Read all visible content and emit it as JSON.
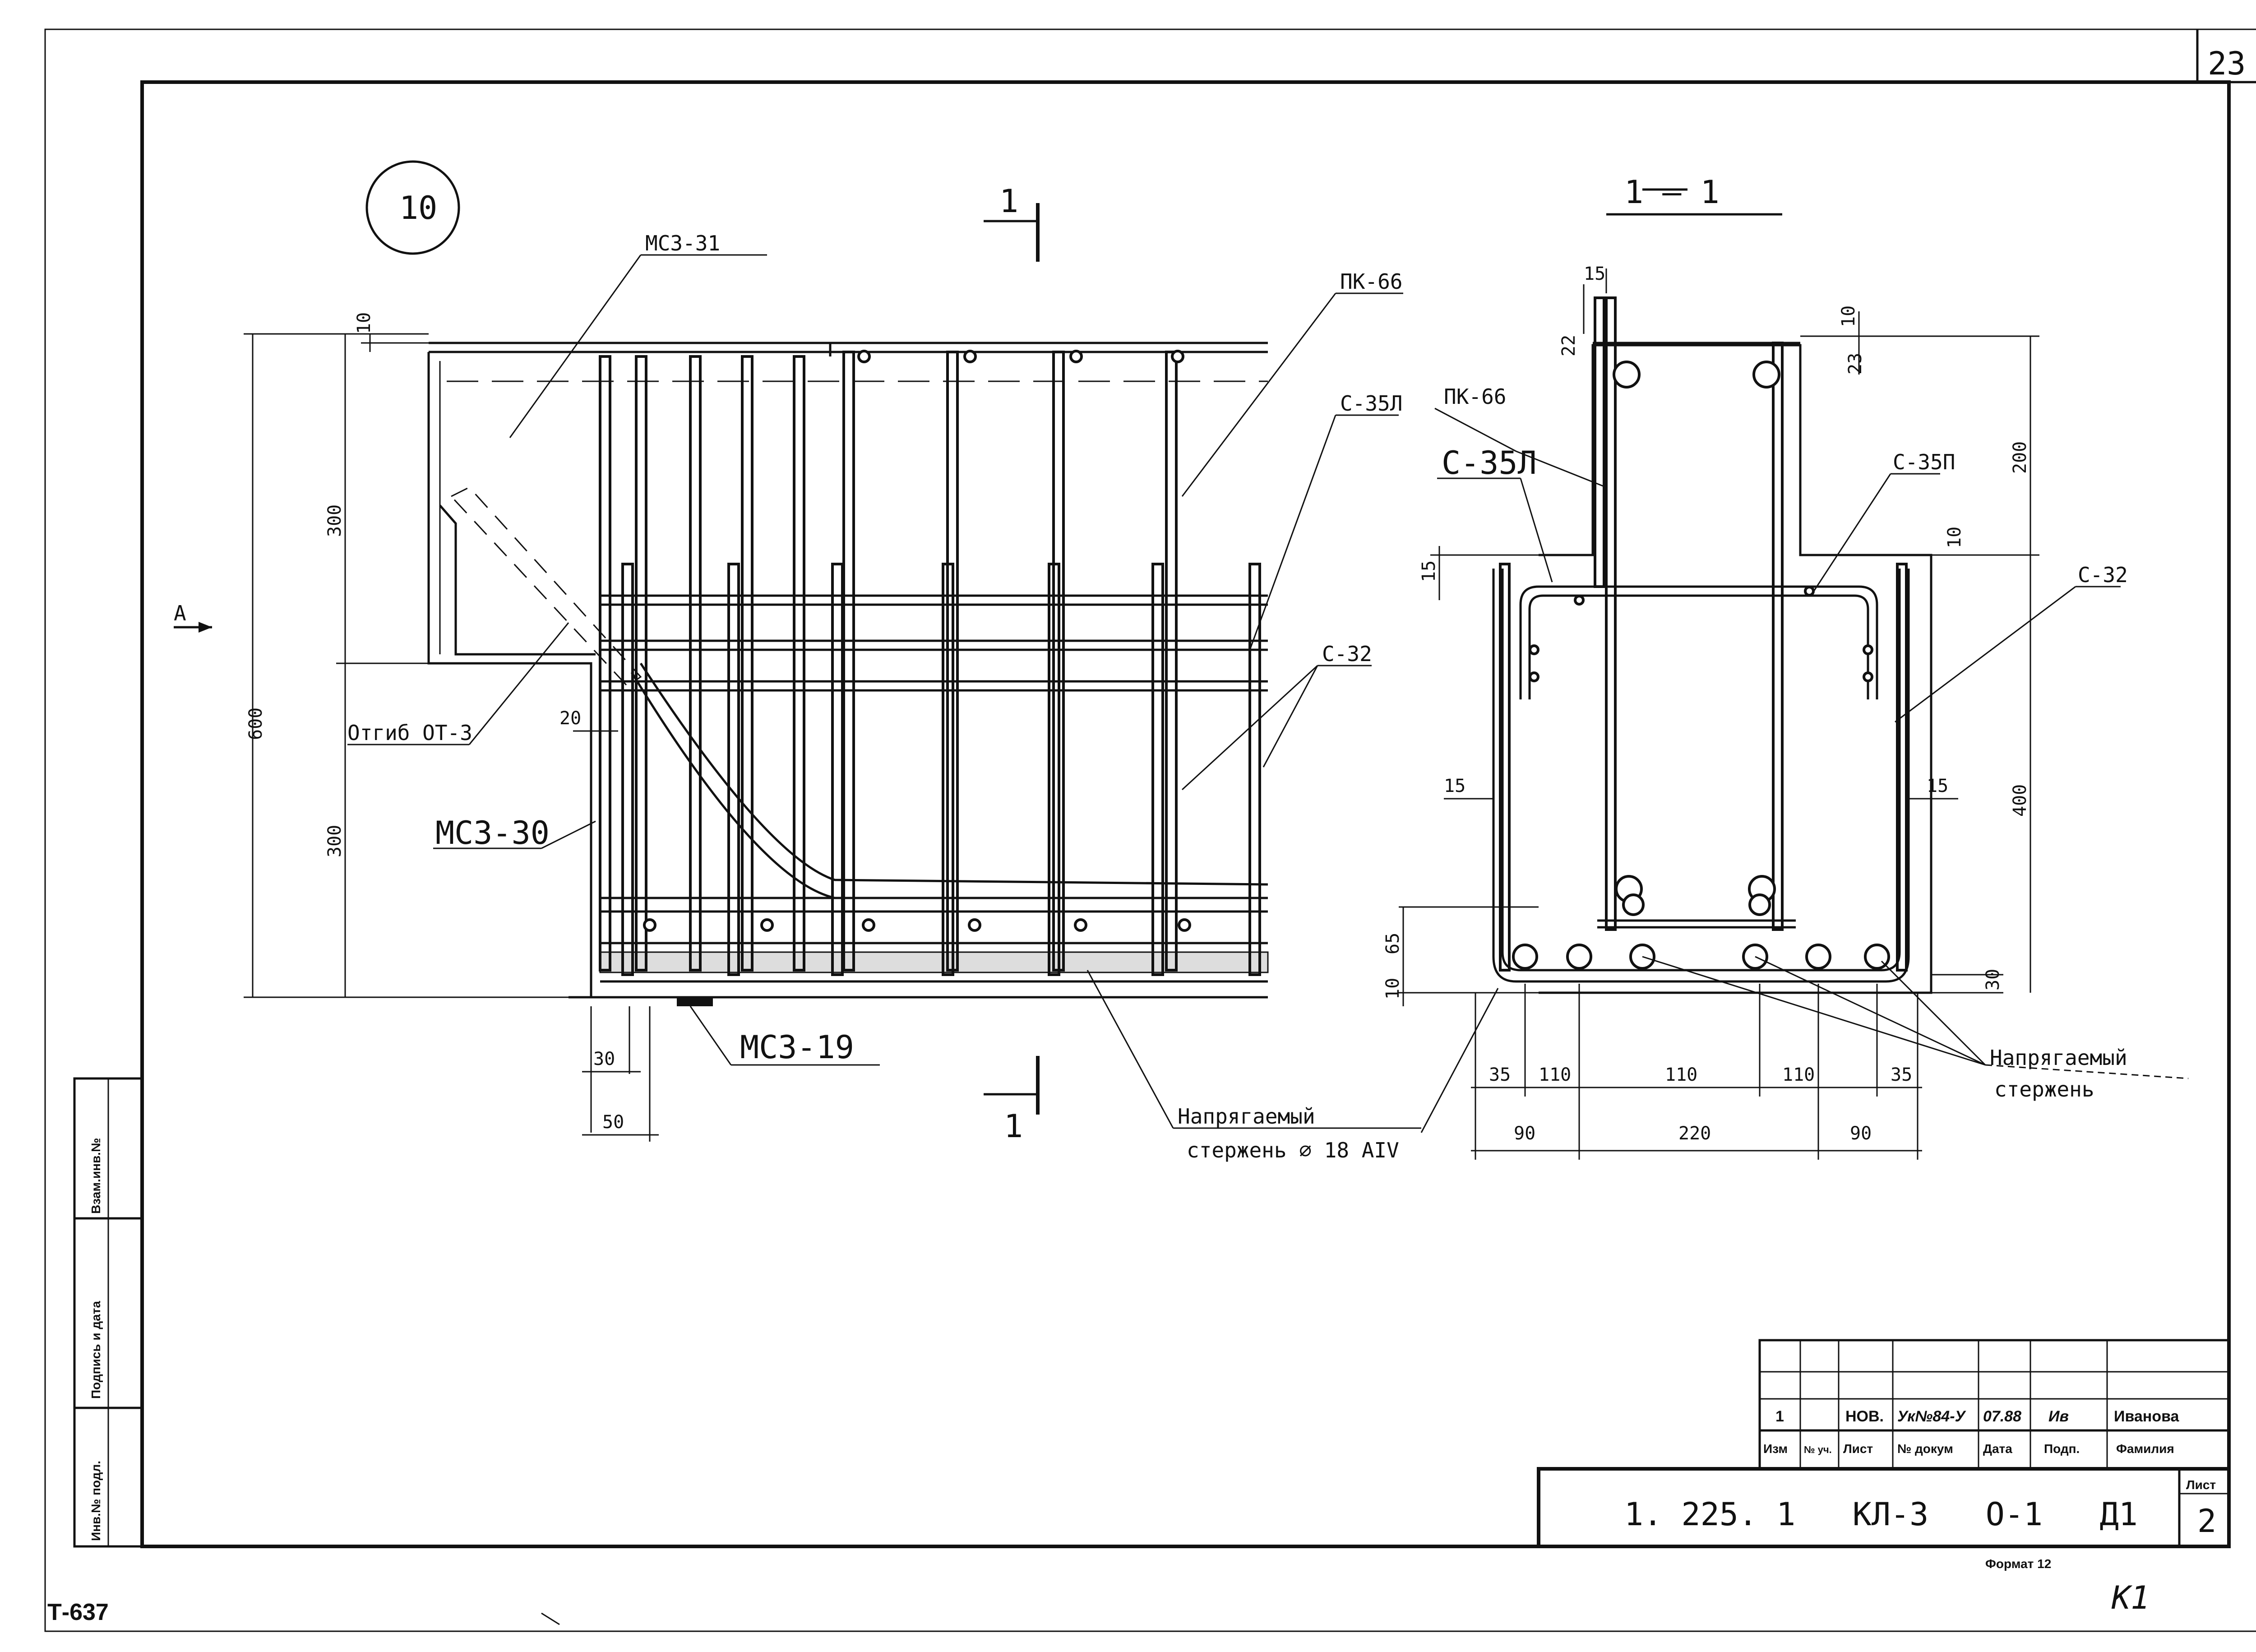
{
  "sheet": {
    "page_number": "23",
    "archive_code": "Т-637",
    "corner_mark": "К1",
    "format": "Формат 12"
  },
  "elevation": {
    "detail_number": "10",
    "section_mark": "1",
    "view_arrow": "А",
    "labels": {
      "msz31": "МСЗ-31",
      "pk66": "ПК-66",
      "c35l": "С-35Л",
      "c32": "С-32",
      "otgib": "Отгиб ОТ-3",
      "msz30": "МСЗ-30",
      "msz19": "МСЗ-19",
      "tendon_1": "Напрягаемый",
      "tendon_2": "стержень ∅ 18 АIV"
    },
    "dims": {
      "d10": "10",
      "d300a": "300",
      "d300b": "300",
      "d600": "600",
      "d20": "20",
      "d30": "30",
      "d50": "50"
    }
  },
  "section": {
    "title": "1 — 1",
    "labels": {
      "pk66": "ПК-66",
      "c35l": "С-35Л",
      "c35p": "С-35П",
      "c32": "С-32",
      "tendon_1": "Напрягаемый",
      "tendon_2": "стержень"
    },
    "dims": {
      "d15top": "15",
      "d22": "22",
      "d10top": "10",
      "d23": "23",
      "d200": "200",
      "d15a": "15",
      "d10b": "10",
      "d15left": "15",
      "d15right": "15",
      "d400": "400",
      "d65": "65",
      "d10bot": "10",
      "d30": "30",
      "bottom_row_1": [
        "35",
        "110",
        "110",
        "110",
        "35"
      ],
      "bottom_row_2": [
        "90",
        "220",
        "90"
      ]
    }
  },
  "stamp_strip": {
    "col1": "Взам.инв.№",
    "col2": "Подпись и дата",
    "col3": "Инв.№ подл."
  },
  "title_block": {
    "revision": {
      "izm": "1",
      "nuch": "",
      "list": "НОВ.",
      "doc": "Ук№84-У",
      "date": "07.88",
      "sign": "Ив",
      "name": "Иванова"
    },
    "headers": {
      "izm": "Изм",
      "nuch": "№ уч.",
      "list": "Лист",
      "doc": "№ докум",
      "date": "Дата",
      "sign": "Подп.",
      "name": "Фамилия"
    },
    "designation": "1. 225. 1   КЛ-3   О-1   Д1",
    "sheet_label": "Лист",
    "sheet_number": "2"
  }
}
